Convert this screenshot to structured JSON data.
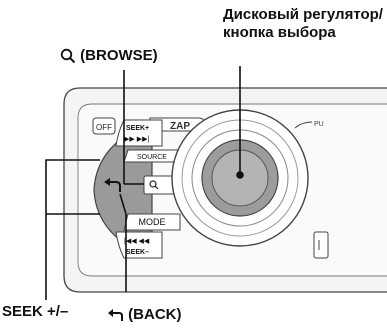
{
  "labels": {
    "dial": "Дисковый регулятор/кнопка выбора",
    "browse": "(BROWSE)",
    "seek": "SEEK +/–",
    "back": "(BACK)"
  },
  "panel": {
    "off": "OFF",
    "seek_plus": "SEEK+",
    "zap": "ZAP",
    "ff": "▶▶ ▶▶|",
    "source": "SOURCE",
    "mode": "MODE",
    "rew": "|◀◀ ◀◀",
    "seek_minus": "SEEK–",
    "pu": "PU"
  },
  "icons": {
    "browse": "magnifier-icon",
    "back": "back-arrow-icon"
  }
}
